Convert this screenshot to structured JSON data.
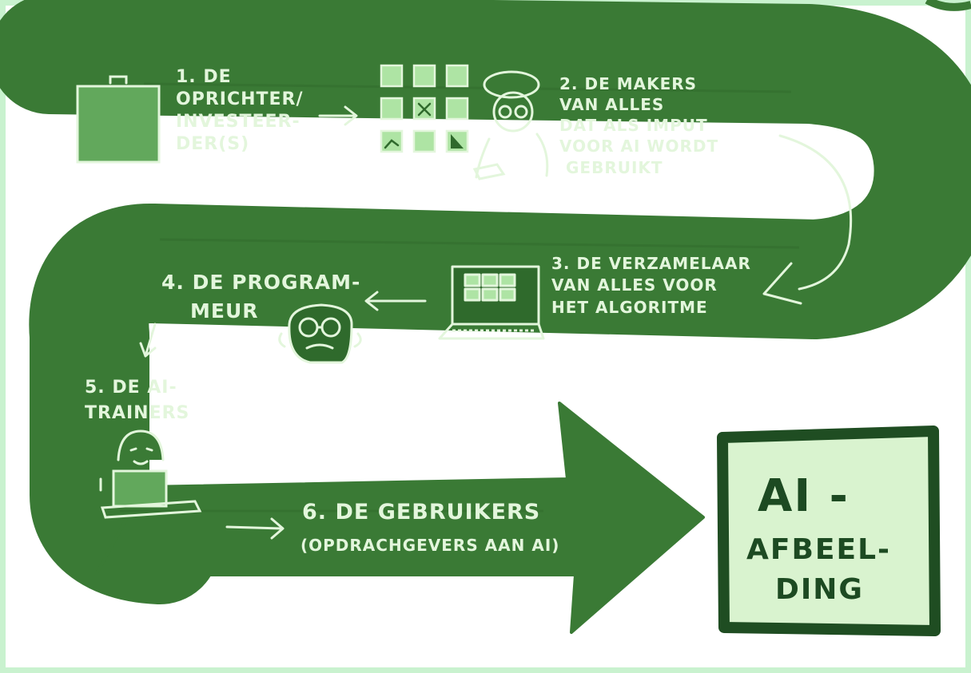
{
  "steps": [
    {
      "lines": [
        "1. DE",
        "OPRICHTER/",
        "INVESTEER-",
        "DER(S)"
      ]
    },
    {
      "lines": [
        "2. DE MAKERS",
        "VAN ALLES",
        "DAT ALS IMPUT",
        "VOOR AI WORDT",
        "GEBRUIKT"
      ]
    },
    {
      "lines": [
        "3. DE VERZAMELAAR",
        "VAN ALLES VOOR",
        "HET ALGORITME"
      ]
    },
    {
      "lines": [
        "4. DE PROGRAM-",
        "MEUR"
      ]
    },
    {
      "lines": [
        "5. DE AI-",
        "TRAINERS"
      ]
    },
    {
      "lines": [
        "6. DE GEBRUIKERS",
        "(OPDRACHGEVERS AAN AI)"
      ]
    }
  ],
  "final": {
    "lines": [
      "AI -",
      "AFBEEL-",
      "DING"
    ]
  },
  "colors": {
    "frame": "#c9f2cf",
    "path": "#3a7a35",
    "path_dark": "#2f6a2c",
    "chalk": "#e3f6dc",
    "card_fill": "#d9f3cf",
    "card_border": "#1f4d22"
  },
  "icons": [
    "briefcase-icon",
    "image-tiles-icon",
    "artist-icon",
    "laptop-icon",
    "programmer-face-icon",
    "trainer-icon",
    "arrow-icon"
  ]
}
